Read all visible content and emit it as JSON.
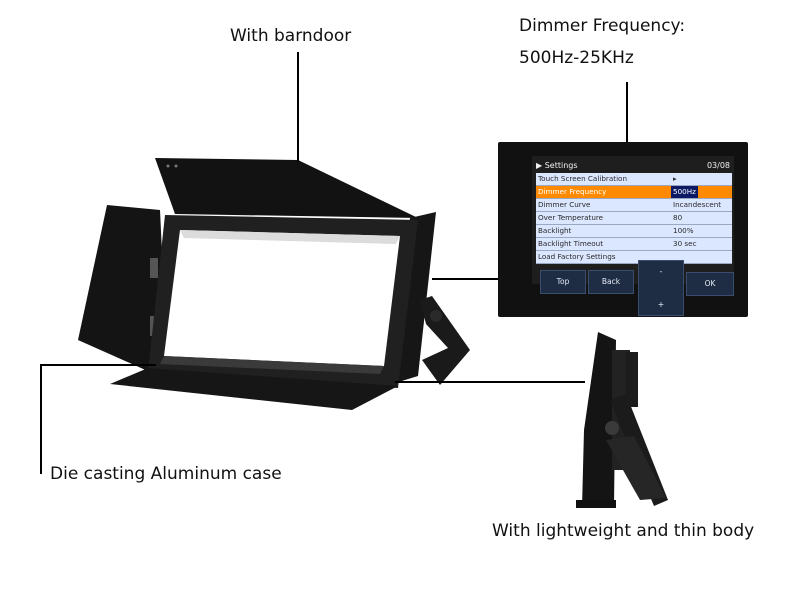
{
  "labels": {
    "barndoor": "With barndoor",
    "dimmer_line1": "Dimmer Frequency:",
    "dimmer_line2": "500Hz-25KHz",
    "case": "Die casting Aluminum case",
    "body": "With lightweight and thin body"
  },
  "screen": {
    "title": "Settings",
    "page": "03/08",
    "rows": [
      {
        "name": "Touch Screen Calibration",
        "value": "▸",
        "selected": false
      },
      {
        "name": "Dimmer Frequency",
        "value": "500Hz",
        "selected": true
      },
      {
        "name": "Dimmer Curve",
        "value": "Incandescent",
        "selected": false
      },
      {
        "name": "Over Temperature",
        "value": "80",
        "selected": false
      },
      {
        "name": "Backlight",
        "value": "100%",
        "selected": false
      },
      {
        "name": "Backlight Timeout",
        "value": "30 sec",
        "selected": false
      },
      {
        "name": "Load Factory Settings",
        "value": "",
        "selected": false
      }
    ],
    "buttons": {
      "top": "Top",
      "back": "Back",
      "minus": "-",
      "plus": "+",
      "ok": "OK"
    }
  },
  "colors": {
    "highlight": "#ff8a00",
    "row_bg": "#dbe6ff",
    "value_bg": "#0c1a66",
    "button_bg": "#1e2c44"
  }
}
